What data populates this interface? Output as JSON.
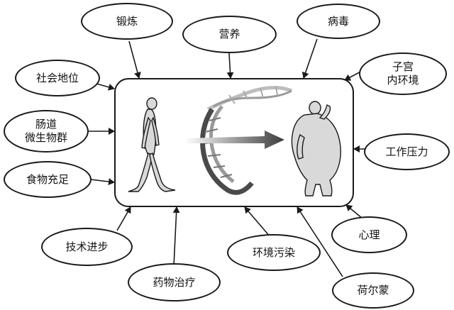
{
  "diagram": {
    "center": {
      "left_figure": "lean-walking-human",
      "right_figure": "obese-human",
      "middle": "dna-double-helix-with-arrow",
      "arrow_direction": "right"
    },
    "factors": [
      {
        "id": "exercise",
        "label": "锻炼"
      },
      {
        "id": "nutrition",
        "label": "营养"
      },
      {
        "id": "virus",
        "label": "病毒"
      },
      {
        "id": "social-status",
        "label": "社会地位"
      },
      {
        "id": "uterine-environment",
        "label": "子宫\n内环境"
      },
      {
        "id": "gut-microbiota",
        "label": "肠道\n微生物群"
      },
      {
        "id": "work-stress",
        "label": "工作压力"
      },
      {
        "id": "abundant-food",
        "label": "食物充足"
      },
      {
        "id": "technology",
        "label": "技术进步"
      },
      {
        "id": "psychology",
        "label": "心理"
      },
      {
        "id": "pollution",
        "label": "环境污染"
      },
      {
        "id": "medication",
        "label": "药物治疗"
      },
      {
        "id": "hormones",
        "label": "荷尔蒙"
      }
    ],
    "colors": {
      "stroke": "#1a1a1a",
      "dna_dark": "#4a4a4a",
      "dna_light": "#bdbdbd",
      "arrow": "#3c3c3c"
    }
  }
}
